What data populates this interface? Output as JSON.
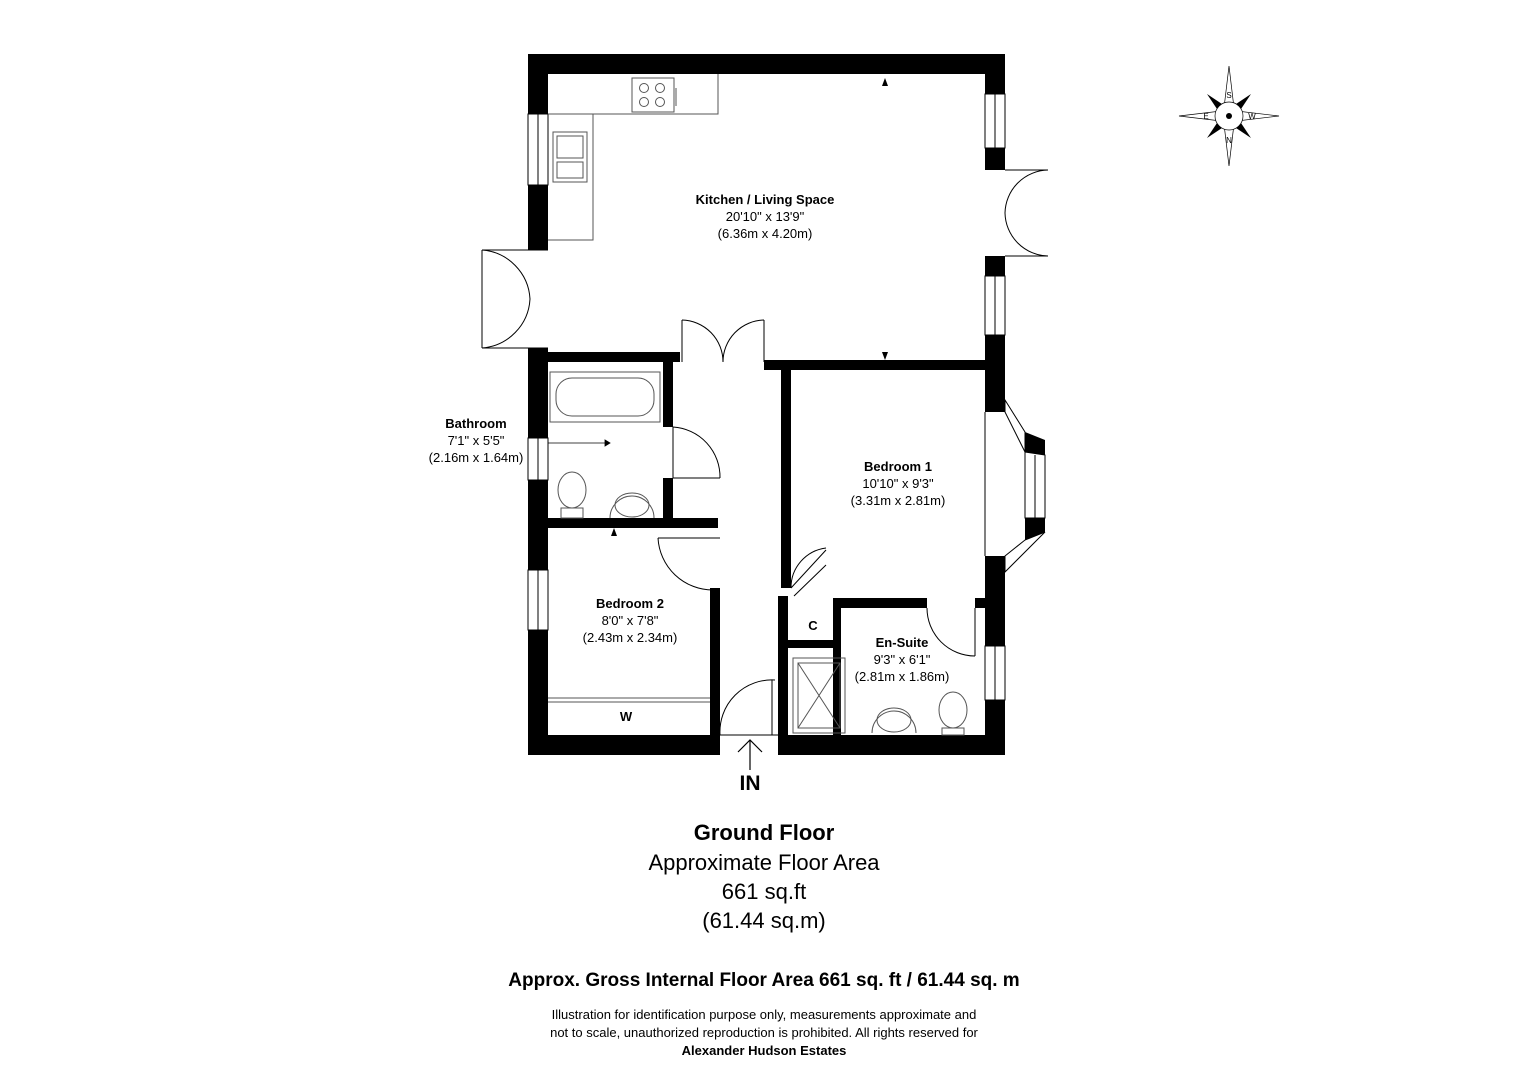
{
  "rooms": {
    "kitchen": {
      "name": "Kitchen / Living Space",
      "imperial": "20'10\" x 13'9\"",
      "metric": "(6.36m x 4.20m)"
    },
    "bathroom": {
      "name": "Bathroom",
      "imperial": "7'1\" x 5'5\"",
      "metric": "(2.16m x 1.64m)"
    },
    "bedroom1": {
      "name": "Bedroom 1",
      "imperial": "10'10\" x 9'3\"",
      "metric": "(3.31m x 2.81m)"
    },
    "bedroom2": {
      "name": "Bedroom 2",
      "imperial": "8'0\" x 7'8\"",
      "metric": "(2.43m x 2.34m)"
    },
    "ensuite": {
      "name": "En-Suite",
      "imperial": "9'3\" x 6'1\"",
      "metric": "(2.81m x 1.86m)"
    }
  },
  "fixtures": {
    "cupboard": "C",
    "wardrobe": "W"
  },
  "entrance": {
    "label": "IN"
  },
  "compass": {
    "n": "N",
    "s": "S",
    "e": "E",
    "w": "W"
  },
  "summary": {
    "floor": "Ground Floor",
    "area_label": "Approximate Floor Area",
    "sqft": "661 sq.ft",
    "sqm": "(61.44 sq.m)",
    "gross": "Approx. Gross Internal Floor Area 661 sq. ft / 61.44 sq. m"
  },
  "disclaimer": {
    "line1": "Illustration for identification purpose only, measurements approximate and",
    "line2": "not to scale, unauthorized reproduction is prohibited. All rights reserved for",
    "company": "Alexander Hudson Estates"
  },
  "colors": {
    "wall": "#000000",
    "background": "#ffffff",
    "fixture_stroke": "#555555"
  }
}
